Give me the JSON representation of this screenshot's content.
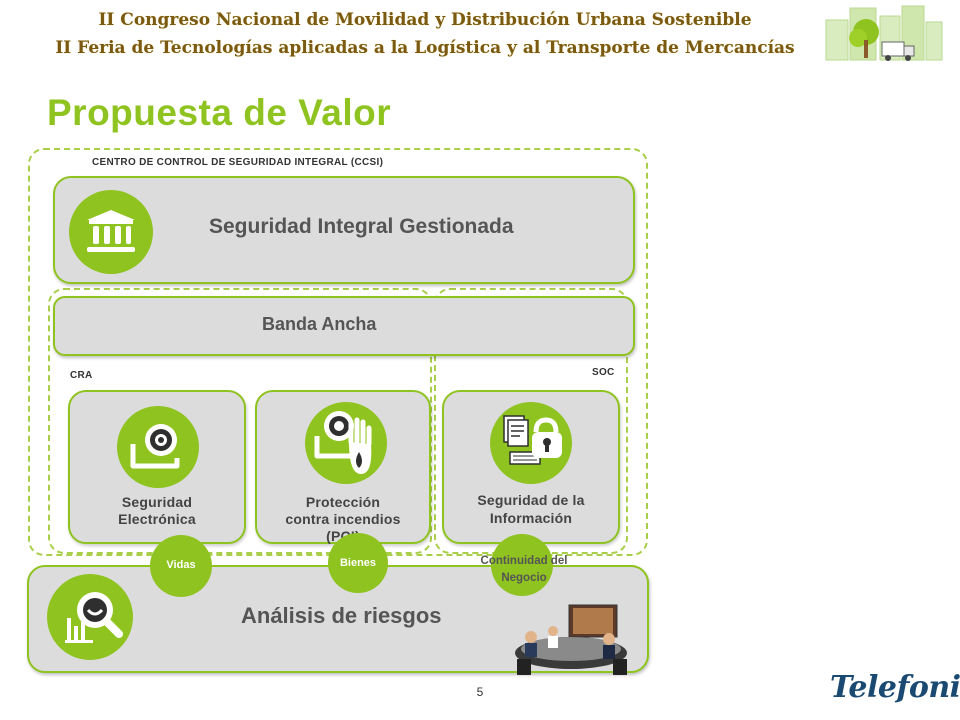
{
  "header": {
    "line1": "II Congreso Nacional de Movilidad y Distribución Urbana Sostenible",
    "line2": "II Feria de Tecnologías aplicadas a la Logística y al Transporte de Mercancías"
  },
  "title": "Propuesta de Valor",
  "labels": {
    "ccsi": "CENTRO DE CONTROL DE SEGURIDAD INTEGRAL (CCSI)",
    "cra": "CRA",
    "soc": "SOC"
  },
  "bars": {
    "integral": "Seguridad Integral Gestionada",
    "banda": "Banda Ancha",
    "analisis": "Análisis de riesgos"
  },
  "cards": [
    {
      "line1": "Seguridad",
      "line2": "Electrónica",
      "line3": ""
    },
    {
      "line1": "Protección",
      "line2": "contra incendios",
      "line3": "(PCI)"
    },
    {
      "line1": "Seguridad de la",
      "line2": "Información",
      "line3": ""
    }
  ],
  "pills": {
    "vidas": "Vidas",
    "bienes": "Bienes",
    "continuidad1": "Continuidad del",
    "continuidad2": "Negocio"
  },
  "page_number": "5",
  "logo": "Telefonica",
  "colors": {
    "accent": "#8fc31f",
    "title": "#8fc31f",
    "header": "#7a5a12"
  },
  "icons": [
    "building-columns-icon",
    "camera-icon",
    "camera-hand-icon",
    "documents-lock-icon",
    "magnifier-chart-icon",
    "meeting-photo",
    "city-truck-illustration"
  ]
}
